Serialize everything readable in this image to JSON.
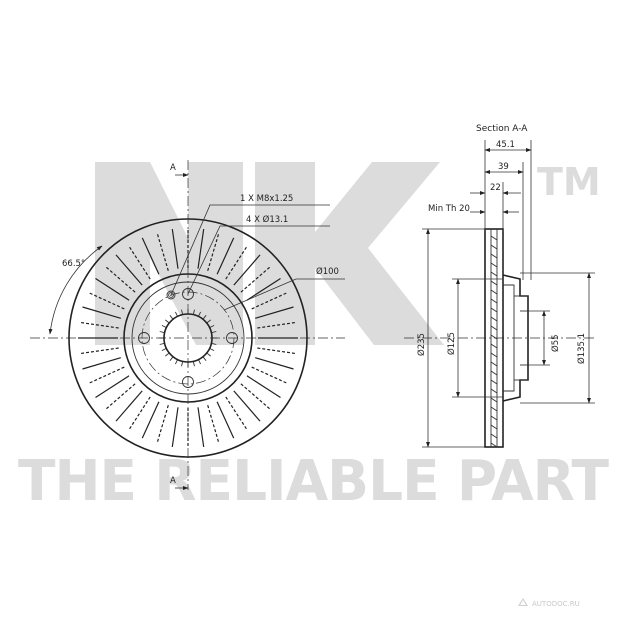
{
  "watermark": {
    "tm": "TM",
    "tagline": "THE RELIABLE PART",
    "credit": "AUTODOC.RU"
  },
  "front_view": {
    "section_mark_top": "A",
    "section_mark_bottom": "A",
    "angle_label": "66.5°",
    "thread_label": "1 X M8x1.25",
    "holes_label": "4 X Ø13.1",
    "pcd_label": "Ø100"
  },
  "section_view": {
    "title": "Section A-A",
    "dim_overall_width": "45.1",
    "dim_hat_width": "39",
    "dim_disc_thickness": "22",
    "min_thickness_label": "Min Th 20",
    "dim_outer_diameter": "Ø235",
    "dim_hat_diameter": "Ø125",
    "dim_center_bore": "Ø55",
    "dim_hub_diameter": "Ø135.1"
  }
}
